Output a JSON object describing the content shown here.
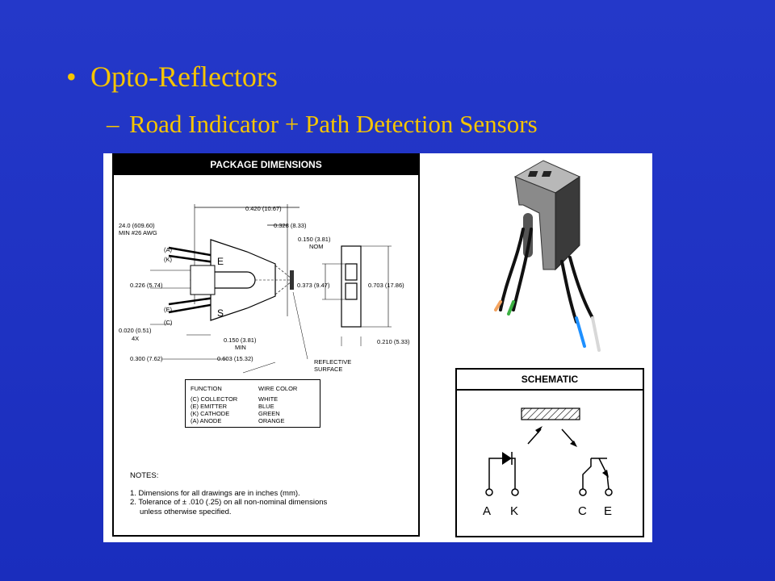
{
  "slide": {
    "bullet": "Opto-Reflectors",
    "sub_bullet": "Road Indicator + Path Detection Sensors",
    "text_color": "#f5c400",
    "background": "#1e2fc7"
  },
  "package": {
    "title": "PACKAGE DIMENSIONS",
    "dims": {
      "d1": "0.420 (10.67)",
      "d2": "24.0 (609.60)",
      "d2b": "MIN #26 AWG",
      "d3": "0.328 (8.33)",
      "d4": "0.150 (3.81)",
      "d4b": "NOM",
      "d5": "0.226 (5.74)",
      "d6": "0.373 (9.47)",
      "d7": "0.703 (17.86)",
      "d8": "0.020 (0.51)",
      "d8b": "4X",
      "d9": "0.150 (3.81)",
      "d9b": "MIN",
      "d10": "0.210 (5.33)",
      "d11": "0.300 (7.62)",
      "d12": "0.603 (15.32)",
      "reflective": "REFLECTIVE",
      "surface": "SURFACE",
      "pin_a": "(A)",
      "pin_k": "(K)",
      "pin_e": "(E)",
      "pin_c": "(C)",
      "mark_e": "E",
      "mark_s": "S"
    },
    "function_table": {
      "header_function": "FUNCTION",
      "header_wire": "WIRE COLOR",
      "functions": [
        "(C) COLLECTOR",
        "(E) EMITTER",
        "(K) CATHODE",
        "(A) ANODE"
      ],
      "colors": [
        "WHITE",
        "BLUE",
        "GREEN",
        "ORANGE"
      ]
    },
    "notes": {
      "heading": "NOTES:",
      "n1": "1. Dimensions for all drawings are in inches (mm).",
      "n2": "2. Tolerance of ± .010 (.25) on all non-nominal dimensions",
      "n3": "unless otherwise specified."
    }
  },
  "schematic": {
    "title": "SCHEMATIC",
    "pins": [
      "A",
      "K",
      "C",
      "E"
    ]
  },
  "wire_colors": {
    "orange": "#f4a460",
    "green": "#3cb043",
    "blue": "#1e90ff",
    "white": "#f0f0f0"
  }
}
